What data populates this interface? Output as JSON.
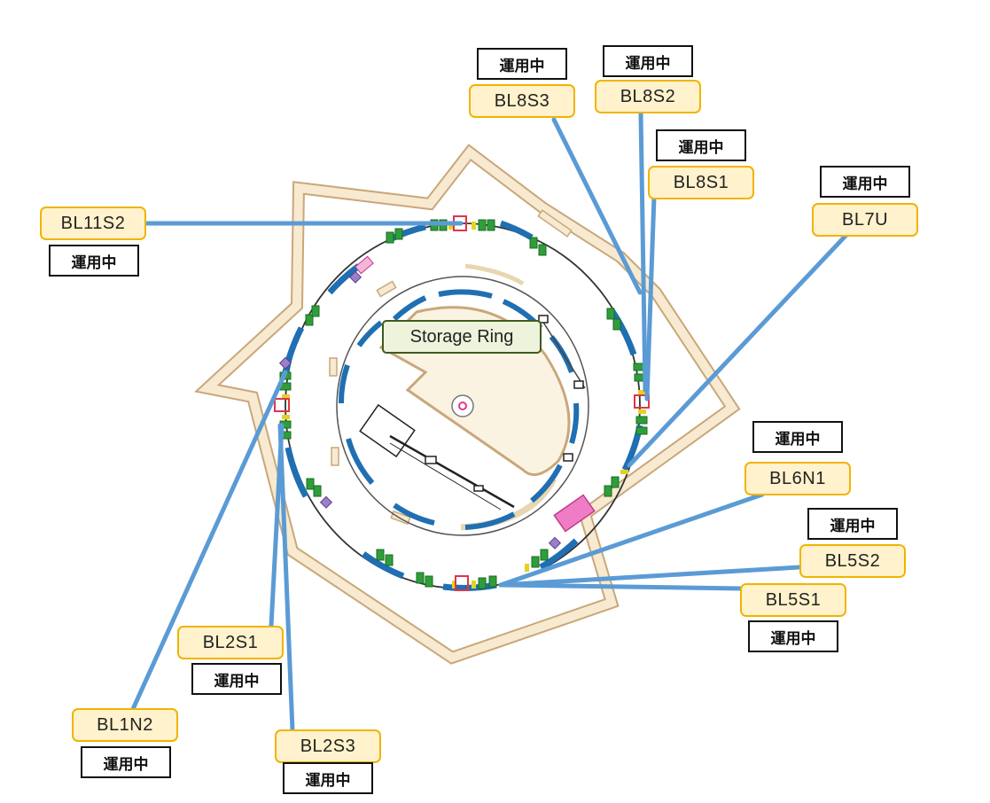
{
  "facility": {
    "center_label": "Storage Ring"
  },
  "status_text": "運用中",
  "colors": {
    "beamline": "#5b9bd5",
    "label_fill": "#fff2cc",
    "label_border": "#f0b400",
    "wall": "#f5e6c8",
    "wall_edge": "#c9a77a",
    "magnet_blue": "#1f6fb2",
    "magnet_green": "#2f9e3a",
    "magnet_yellow": "#e6d21e",
    "cavity_pink": "#ef7cc4"
  },
  "beamlines": [
    {
      "id": "bl11s2",
      "name": "BL11S2",
      "status": "運用中"
    },
    {
      "id": "bl8s3",
      "name": "BL8S3",
      "status": "運用中"
    },
    {
      "id": "bl8s2",
      "name": "BL8S2",
      "status": "運用中"
    },
    {
      "id": "bl8s1",
      "name": "BL8S1",
      "status": "運用中"
    },
    {
      "id": "bl7u",
      "name": "BL7U",
      "status": "運用中"
    },
    {
      "id": "bl6n1",
      "name": "BL6N1",
      "status": "運用中"
    },
    {
      "id": "bl5s2",
      "name": "BL5S2",
      "status": "運用中"
    },
    {
      "id": "bl5s1",
      "name": "BL5S1",
      "status": "運用中"
    },
    {
      "id": "bl2s1",
      "name": "BL2S1",
      "status": "運用中"
    },
    {
      "id": "bl1n2",
      "name": "BL1N2",
      "status": "運用中"
    },
    {
      "id": "bl2s3",
      "name": "BL2S3",
      "status": "運用中"
    }
  ]
}
